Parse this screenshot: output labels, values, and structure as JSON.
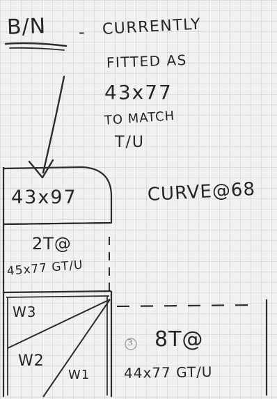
{
  "note": {
    "header": {
      "label": "B/N",
      "dash": "-",
      "line1": "CURRENTLY",
      "line2": "FITTED AS",
      "size": "43x77",
      "line3": "TO MATCH",
      "line4": "T/U"
    },
    "sketch": {
      "top_panel": "43x97",
      "curve_note": "CURVE@68",
      "middle_count": "2T@",
      "middle_size": "45x77 GT/U",
      "w3": "W3",
      "w2": "W2",
      "w1": "W1",
      "side_circle": "3",
      "side_count": "8T@",
      "side_size": "44x77 GT/U"
    }
  }
}
